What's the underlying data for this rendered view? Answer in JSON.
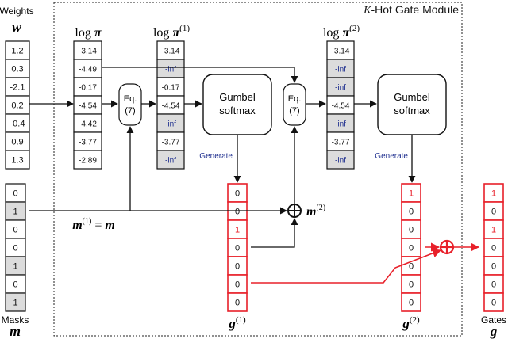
{
  "module_title": "K-Hot Gate Module",
  "module_title_k": "K",
  "module_title_rest": "-Hot Gate Module",
  "weights": {
    "label": "Weights",
    "symbol": "w",
    "values": [
      "1.2",
      "0.3",
      "-2.1",
      "0.2",
      "-0.4",
      "0.9",
      "1.3"
    ]
  },
  "masks": {
    "label": "Masks",
    "symbol": "m",
    "values": [
      "0",
      "1",
      "0",
      "0",
      "1",
      "0",
      "1"
    ],
    "shaded": [
      false,
      true,
      false,
      false,
      true,
      false,
      true
    ]
  },
  "logpi": {
    "label": "log π",
    "values": [
      "-3.14",
      "-4.49",
      "-0.17",
      "-4.54",
      "-4.42",
      "-3.77",
      "-2.89"
    ]
  },
  "logpi1": {
    "label": "log π",
    "sup": "(1)",
    "values": [
      "-3.14",
      "-inf",
      "-0.17",
      "-4.54",
      "-inf",
      "-3.77",
      "-inf"
    ],
    "shaded": [
      false,
      true,
      false,
      false,
      true,
      false,
      true
    ]
  },
  "logpi2": {
    "label": "log π",
    "sup": "(2)",
    "values": [
      "-3.14",
      "-inf",
      "-inf",
      "-4.54",
      "-inf",
      "-3.77",
      "-inf"
    ],
    "shaded": [
      false,
      true,
      true,
      false,
      true,
      false,
      true
    ]
  },
  "eq_box": {
    "line1": "Eq.",
    "line2": "(7)"
  },
  "gumbel_box": {
    "line1": "Gumbel",
    "line2": "softmax"
  },
  "generate_label": "Generate",
  "g1": {
    "symbol": "g",
    "sup": "(1)",
    "values": [
      "0",
      "0",
      "1",
      "0",
      "0",
      "0",
      "0"
    ],
    "highlight": [
      false,
      false,
      true,
      false,
      false,
      false,
      false
    ]
  },
  "g2": {
    "symbol": "g",
    "sup": "(2)",
    "values": [
      "1",
      "0",
      "0",
      "0",
      "0",
      "0",
      "0"
    ],
    "highlight": [
      true,
      false,
      false,
      false,
      false,
      false,
      false
    ]
  },
  "gates": {
    "label": "Gates",
    "symbol": "g",
    "values": [
      "1",
      "0",
      "1",
      "0",
      "0",
      "0",
      "0"
    ],
    "highlight": [
      true,
      false,
      true,
      false,
      false,
      false,
      false
    ]
  },
  "m1_label": {
    "lhs": "m",
    "sup": "(1)",
    "eq": " = ",
    "rhs": "m"
  },
  "m2_label": {
    "sym": "m",
    "sup": "(2)"
  },
  "colors": {
    "red": "#e8202a",
    "blue_text": "#1f2f8f",
    "shade": "#dcdcdc",
    "black": "#111111"
  }
}
